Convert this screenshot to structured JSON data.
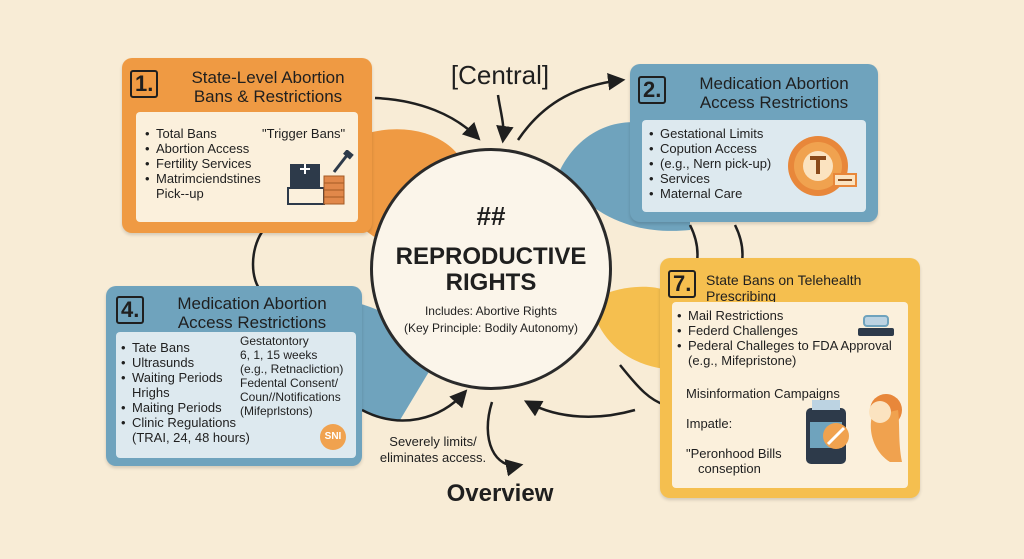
{
  "colors": {
    "background": "#f8ecd6",
    "orange": "#ef9a43",
    "blue": "#6fa3bd",
    "yellow": "#f5bf4f",
    "dark": "#2a2a2a"
  },
  "top_label": "[Central]",
  "bottom_label": "Overview",
  "center": {
    "hash": "##",
    "title_line1": "REPRODUCTIVE",
    "title_line2": "RIGHTS",
    "note_line1": "Includes: Abortive Rights",
    "note_line2": "(Key Principle: Bodily Autonomy)"
  },
  "arrow_note": {
    "line1": "Severely limits/",
    "line2": "eliminates access."
  },
  "card1": {
    "number": "1.",
    "title_line1": "State-Level Abortion",
    "title_line2": "Bans & Restrictions",
    "items": [
      "Total Bans",
      "Abortion Access",
      "Fertility Services",
      "Matrimciendstines"
    ],
    "item_continuation": "Pick--up",
    "side_note": "\"Trigger Bans\"",
    "icon": "ballot-box-hammer-icon"
  },
  "card2": {
    "number": "2.",
    "title_line1": "Medication Abortion",
    "title_line2": "Access Restrictions",
    "items": [
      "Gestational Limits",
      "Copution Access",
      "(e.g., Nern pick-up)",
      "Services",
      "Maternal Care"
    ],
    "icon": "gavel-seal-icon"
  },
  "card4": {
    "number": "4.",
    "title_line1": "Medication Abortion",
    "title_line2": "Access Restrictions",
    "items": [
      "Tate Bans",
      "Ultrasunds",
      "Waiting Periods"
    ],
    "item_continuation": "Hrighs",
    "items_b": [
      "Maiting Periods",
      "Clinic Regulations"
    ],
    "item_b_continuation": "(TRAI, 24, 48 hours)",
    "right_lines": [
      "Gestatontory",
      "6, 1, 15 weeks",
      "(e.g., Retnacliction)",
      "Fedental Consent/",
      "Coun//Notifications",
      "(Mifeprlstons)"
    ],
    "badge": "SNI"
  },
  "card7": {
    "number": "7.",
    "title_line1": "State Bans on Telehealth",
    "title_line2": "Prescribing",
    "items": [
      "Mail Restrictions",
      "Federd Challenges",
      "Pederal Challeges to FDA Approval"
    ],
    "item_continuation": "(e.g., Mifepristone)",
    "extra1": "Misinformation Campaigns",
    "extra2": "Impatle:",
    "extra3_line1": "\"Peronhood Bills",
    "extra3_line2": "conseption",
    "icon": "pill-bottle-person-icon"
  }
}
